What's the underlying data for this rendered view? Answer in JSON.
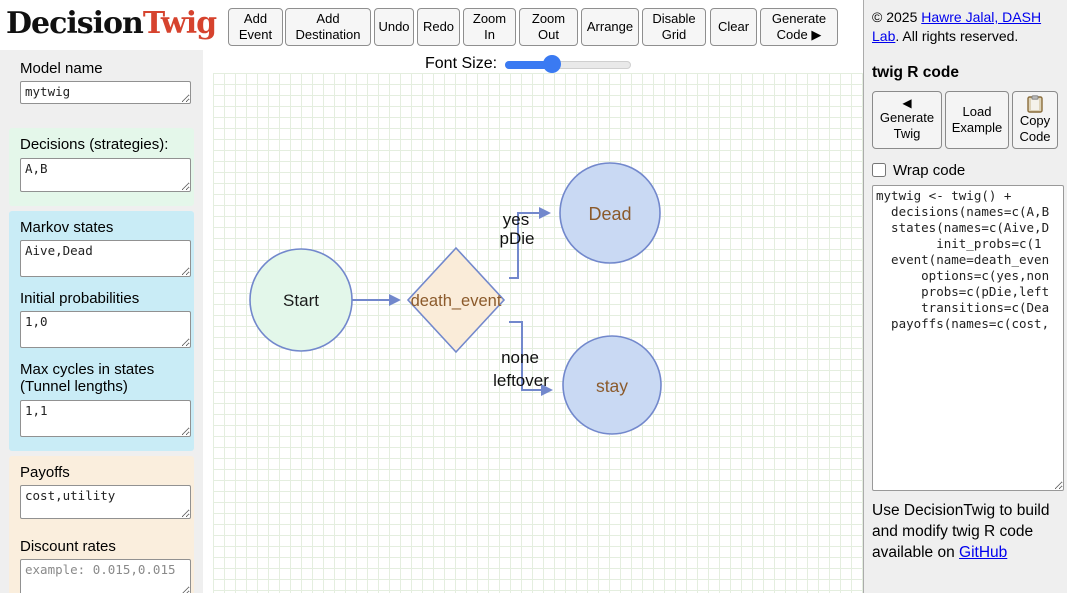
{
  "header": {
    "logo": {
      "black": "Decision",
      "red": "Twig"
    },
    "toolbar_buttons": [
      {
        "label": "Add Event"
      },
      {
        "label": "Add Destination"
      },
      {
        "label": "Undo"
      },
      {
        "label": "Redo"
      },
      {
        "label": "Zoom In"
      },
      {
        "label": "Zoom Out"
      },
      {
        "label": "Arrange"
      },
      {
        "label": "Disable Grid"
      },
      {
        "label": "Clear"
      },
      {
        "label": "Generate Code ▶"
      }
    ]
  },
  "sidebar": {
    "model_name": {
      "label": "Model name",
      "value": "mytwig"
    },
    "decisions": {
      "label": "Decisions (strategies):",
      "value": "A,B"
    },
    "markov_states": {
      "label": "Markov states",
      "value": "Aive,Dead"
    },
    "initial_probs": {
      "label": "Initial probabilities",
      "value": "1,0"
    },
    "max_cycles": {
      "label": "Max cycles in states (Tunnel lengths)",
      "value": "1,1"
    },
    "payoffs": {
      "label": "Payoffs",
      "value": "cost,utility"
    },
    "discount_rates": {
      "label": "Discount rates",
      "placeholder": "example: 0.015,0.015"
    }
  },
  "canvas": {
    "font_size_label": "Font Size:",
    "font_size_percent": 34,
    "nodes": [
      {
        "id": "start",
        "shape": "circle",
        "label": "Start"
      },
      {
        "id": "death_event",
        "shape": "diamond",
        "label": "death_event"
      },
      {
        "id": "dead",
        "shape": "circle",
        "label": "Dead"
      },
      {
        "id": "stay",
        "shape": "circle",
        "label": "stay"
      }
    ],
    "edges": [
      {
        "from": "start",
        "to": "death_event"
      },
      {
        "from": "death_event",
        "to": "dead",
        "label1": "yes",
        "label2": "pDie"
      },
      {
        "from": "death_event",
        "to": "stay",
        "label1": "none",
        "label2": "leftover"
      }
    ]
  },
  "right_panel": {
    "copyright_prefix": "© 2025 ",
    "copyright_link": "Hawre Jalal, DASH Lab",
    "copyright_suffix": ". All rights reserved.",
    "heading": "twig R code",
    "buttons": {
      "generate_twig_arrow": "◀",
      "generate_twig": "Generate Twig",
      "load_example": "Load Example",
      "copy_code": "Copy Code"
    },
    "wrap_code_label": "Wrap code",
    "code": "mytwig <- twig() +\n  decisions(names=c(A,B\n  states(names=c(Aive,D\n        init_probs=c(1\n  event(name=death_even\n      options=c(yes,non\n      probs=c(pDie,left\n      transitions=c(Dea\n  payoffs(names=c(cost,",
    "footer_text": "Use DecisionTwig to build and modify twig R code available on",
    "footer_link": "GitHub"
  },
  "colors": {
    "logo_red": "#d6432e",
    "link_blue": "#0000ee",
    "slider_blue": "#3a7af2",
    "node_border": "#7288cc",
    "node_text_brown": "#8b5a2b",
    "start_fill": "#e3f7ea",
    "state_fill": "#c9d9f3",
    "event_fill": "#faecd9",
    "grid_line": "#e4eedf",
    "section_green": "#e4f7ea",
    "section_cyan": "#c9ecf6",
    "section_cream": "#faeedd"
  }
}
